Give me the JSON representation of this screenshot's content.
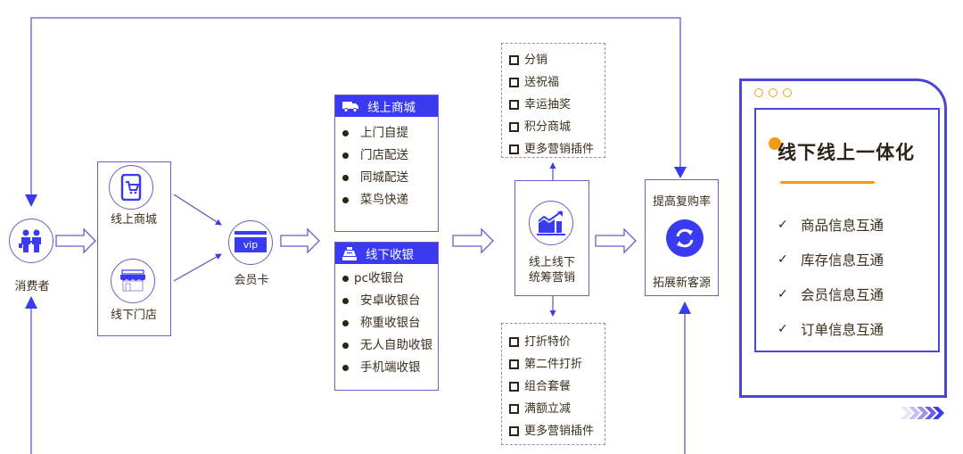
{
  "colors": {
    "accent": "#3a3af0",
    "line": "#6a5fc8",
    "frame": "#4a45d4",
    "orange": "#f39a10",
    "text": "#3a2f1c"
  },
  "consumer": {
    "label": "消费者",
    "icon": "people-icon"
  },
  "channels": {
    "online": {
      "label": "线上商城",
      "icon": "tablet-cart-icon"
    },
    "offline": {
      "label": "线下门店",
      "icon": "storefront-icon"
    }
  },
  "member_card": {
    "label": "会员卡",
    "icon_text": "vip"
  },
  "online_mall_panel": {
    "title": "线上商城",
    "icon": "truck-icon",
    "items": [
      "上门自提",
      "门店配送",
      "同城配送",
      "菜鸟快递"
    ]
  },
  "offline_cashier_panel": {
    "title": "线下收银",
    "icon": "cash-register-icon",
    "items": [
      "pc收银台",
      "安卓收银台",
      "称重收银台",
      "无人自助收银",
      "手机端收银"
    ]
  },
  "marketing": {
    "label_line1": "线上线下",
    "label_line2": "统筹营销",
    "icon": "chart-growth-icon",
    "top_plugins": [
      "分销",
      "送祝福",
      "幸运抽奖",
      "积分商城",
      "更多营销插件"
    ],
    "bottom_plugins": [
      "打折特价",
      "第二件打折",
      "组合套餐",
      "满额立减",
      "更多营销插件"
    ]
  },
  "outcome": {
    "top": "提高复购率",
    "bottom": "拓展新客源",
    "icon": "refresh-cycle-icon"
  },
  "integration": {
    "title": "线下线上一体化",
    "checks": [
      "商品信息互通",
      "库存信息互通",
      "会员信息互通",
      "订单信息互通"
    ]
  }
}
